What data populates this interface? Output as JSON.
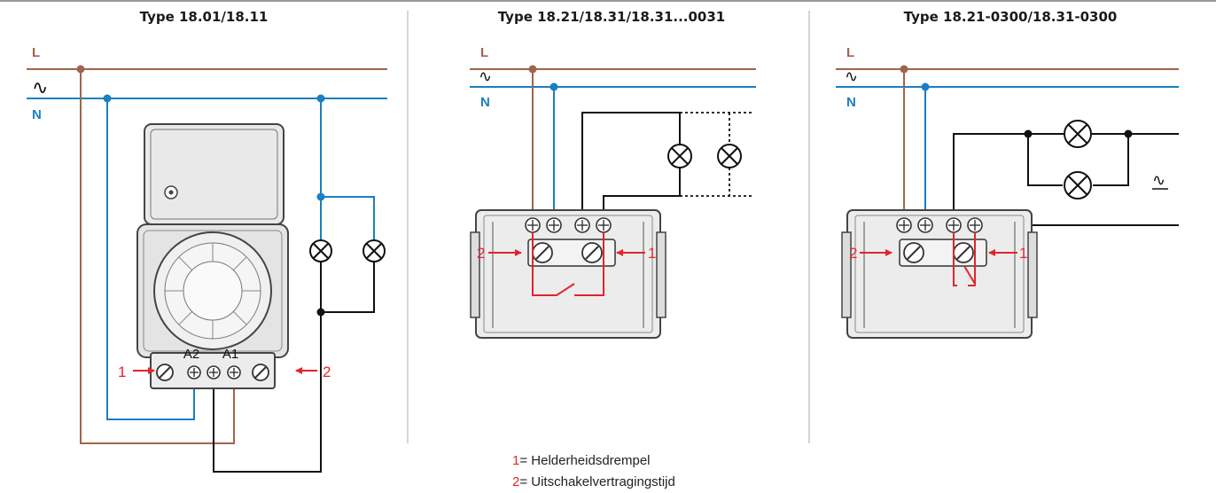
{
  "colors": {
    "live": "#a0644c",
    "neutral": "#1a7fc1",
    "wire": "#1a1a1a",
    "marker": "#e3242b",
    "divider": "#c8c8c8",
    "device_body": "#4a4a4a",
    "device_fill": "#e8e8e8"
  },
  "panels": [
    {
      "title": "Type 18.01/18.11",
      "label_L": "L",
      "label_N": "N",
      "terminal_a2": "A2",
      "terminal_a1": "A1",
      "marker_1": "1",
      "marker_2": "2"
    },
    {
      "title": "Type 18.21/18.31/18.31...0031",
      "label_L": "L",
      "label_N": "N",
      "marker_1": "1",
      "marker_2": "2"
    },
    {
      "title": "Type 18.21-0300/18.31-0300",
      "label_L": "L",
      "label_N": "N",
      "marker_1": "1",
      "marker_2": "2"
    }
  ],
  "legend": [
    {
      "num": "1",
      "text": "= Helderheidsdrempel"
    },
    {
      "num": "2",
      "text": "= Uitschakelvertragingstijd"
    }
  ]
}
